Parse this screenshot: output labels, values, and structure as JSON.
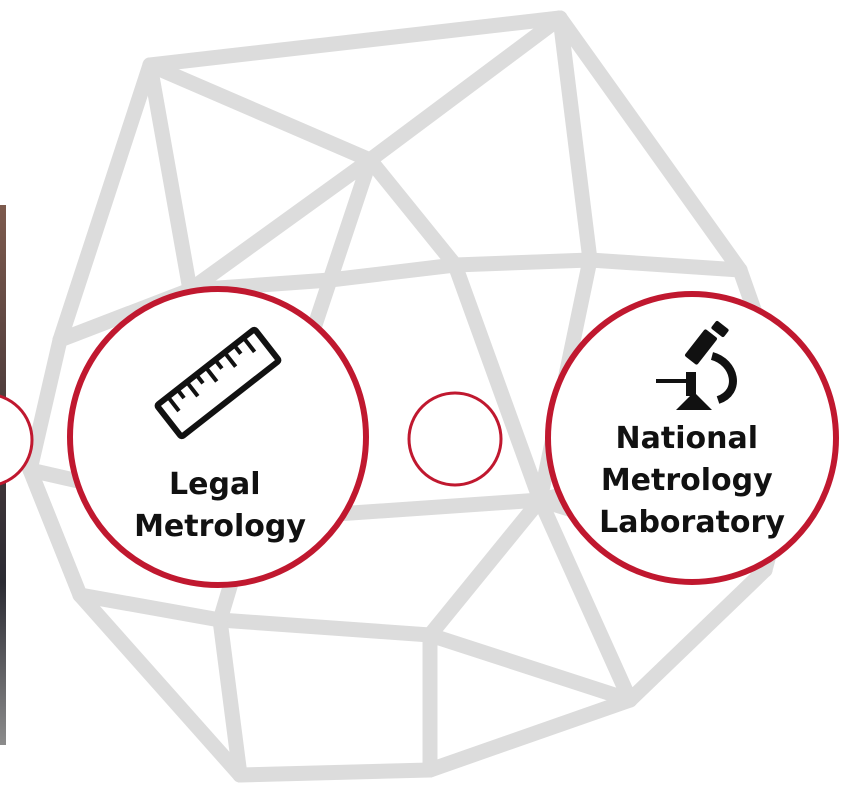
{
  "colors": {
    "ring": "#c0182f",
    "frame": "#dcdcdc",
    "text": "#111111",
    "background": "#ffffff"
  },
  "nodes": [
    {
      "id": "legal-metrology",
      "icon": "ruler-icon",
      "lines": [
        "Legal",
        "Metrology"
      ]
    },
    {
      "id": "hub",
      "icon": "",
      "lines": []
    },
    {
      "id": "national-metrology-laboratory",
      "icon": "microscope-icon",
      "lines": [
        "National",
        "Metrology",
        "Laboratory"
      ]
    },
    {
      "id": "partial-left",
      "icon": "",
      "lines": []
    }
  ]
}
